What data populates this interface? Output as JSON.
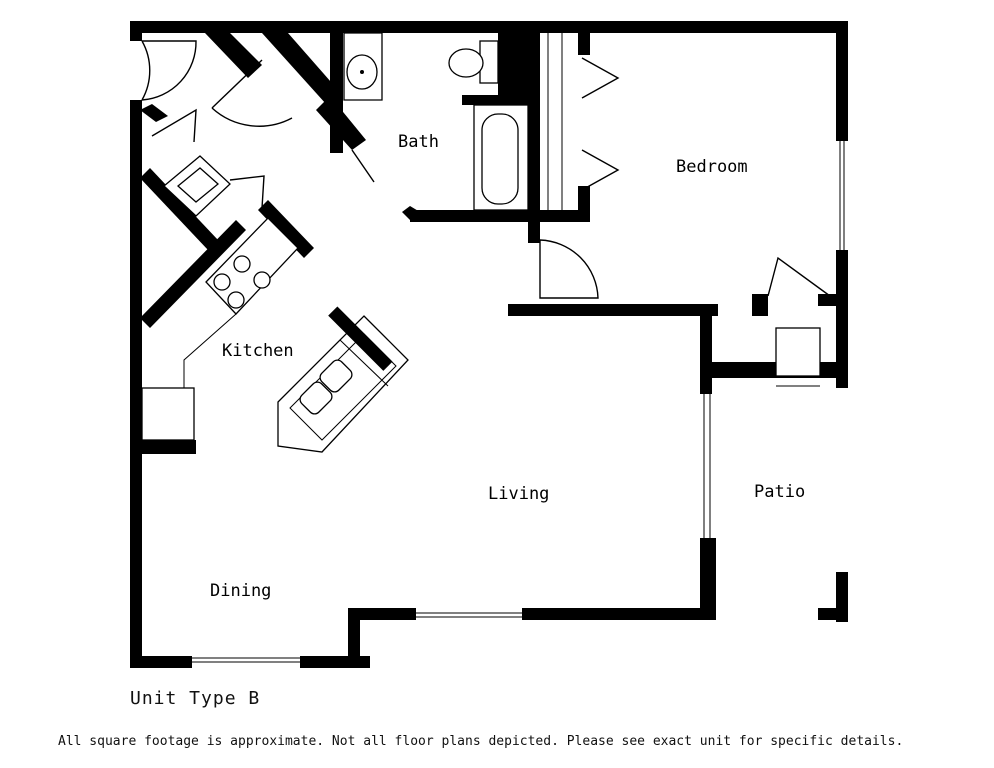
{
  "plan": {
    "rooms": {
      "bath": "Bath",
      "bedroom": "Bedroom",
      "kitchen": "Kitchen",
      "living": "Living",
      "patio": "Patio",
      "dining": "Dining"
    }
  },
  "caption": {
    "unit_title": "Unit Type B",
    "disclaimer": "All square footage is approximate. Not all floor plans depicted. Please see exact unit for specific details."
  },
  "colors": {
    "walls": "#000000",
    "background": "#ffffff"
  }
}
